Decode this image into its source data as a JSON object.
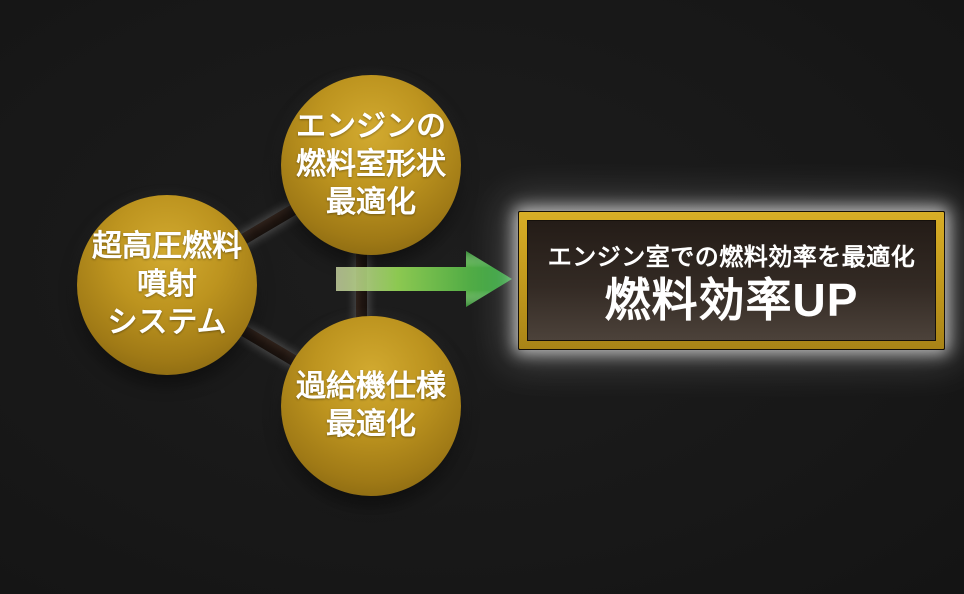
{
  "diagram": {
    "type": "process-flow",
    "background": "#1a1a1a",
    "nodes": [
      {
        "id": "fuel-injection-system",
        "lines": [
          "超高圧燃料",
          "噴射",
          "システム"
        ]
      },
      {
        "id": "combustion-chamber-shape",
        "lines": [
          "エンジンの",
          "燃料室形状",
          "最適化"
        ]
      },
      {
        "id": "turbocharger-spec",
        "lines": [
          "過給機仕様",
          "最適化"
        ]
      }
    ],
    "arrow": {
      "icon": "right-arrow-icon",
      "direction": "right"
    },
    "result_box": {
      "subtitle": "エンジン室での燃料効率を最適化",
      "title": "燃料効率UP"
    },
    "colors": {
      "circle_gold": "#bd941f",
      "circle_gold_dark": "#7d5f0f",
      "connector_dark": "#1f1510",
      "arrow_green_light": "#d9e6ae",
      "arrow_green": "#7cc44d",
      "arrow_green_dark": "#2f9c3e",
      "box_border_gold": "#c39a1d",
      "box_interior": "#332a24",
      "glow_white": "#ffffff",
      "text_white": "#ffffff"
    }
  }
}
